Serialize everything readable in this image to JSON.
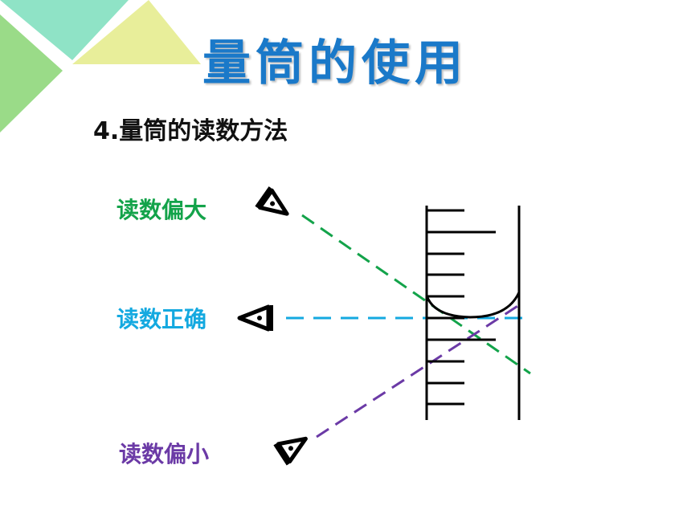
{
  "slide": {
    "title": "量筒的使用",
    "subtitle": "4.量筒的读数方法"
  },
  "diagram": {
    "labels": [
      {
        "text": "读数偏大",
        "color": "#13a34a"
      },
      {
        "text": "读数正确",
        "color": "#14a9e0"
      },
      {
        "text": "读数偏小",
        "color": "#6b3aa6"
      }
    ],
    "line_colors": {
      "high": "#13a34a",
      "level": "#14a9e0",
      "low": "#6b3aa6"
    },
    "cylinder_color": "#000000",
    "eye_icons": [
      "eye-looking-down-icon",
      "eye-looking-level-icon",
      "eye-looking-up-icon"
    ]
  },
  "decoration": {
    "colors": [
      "#8fe3c6",
      "#e8ee9a",
      "#9adb88"
    ]
  }
}
